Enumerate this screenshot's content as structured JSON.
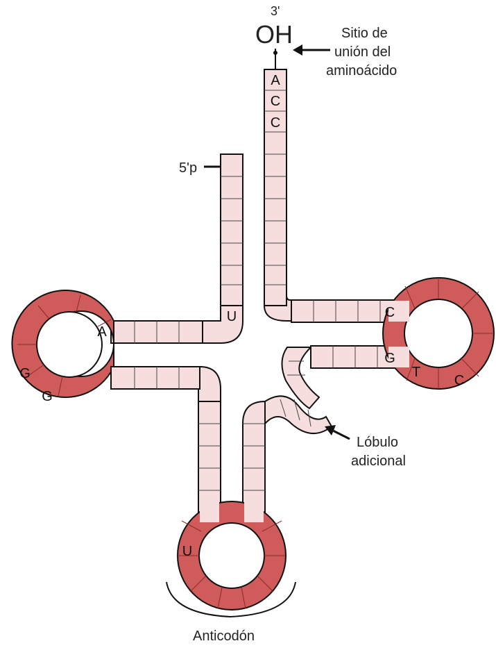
{
  "labels": {
    "three_prime": "3'",
    "oh": "OH",
    "site_line1": "Sitio de",
    "site_line2": "unión del",
    "site_line3": "aminoácido",
    "five_prime": "5'p",
    "lobe_line1": "Lóbulo",
    "lobe_line2": "adicional",
    "anticodon": "Anticodón"
  },
  "bases": {
    "acceptor_top": "A",
    "acceptor_mid": "C",
    "acceptor_bot": "C",
    "acceptor_5_end": "U",
    "d_loop_a": "A",
    "d_loop_g1": "G",
    "d_loop_g2": "G",
    "t_arm_c": "C",
    "t_arm_g": "G",
    "t_loop_t": "T",
    "t_loop_c": "C",
    "anticodon_u": "U"
  },
  "colors": {
    "stem_fill": "#f7dede",
    "loop_fill": "#cf5b5b",
    "outline": "#111111"
  }
}
